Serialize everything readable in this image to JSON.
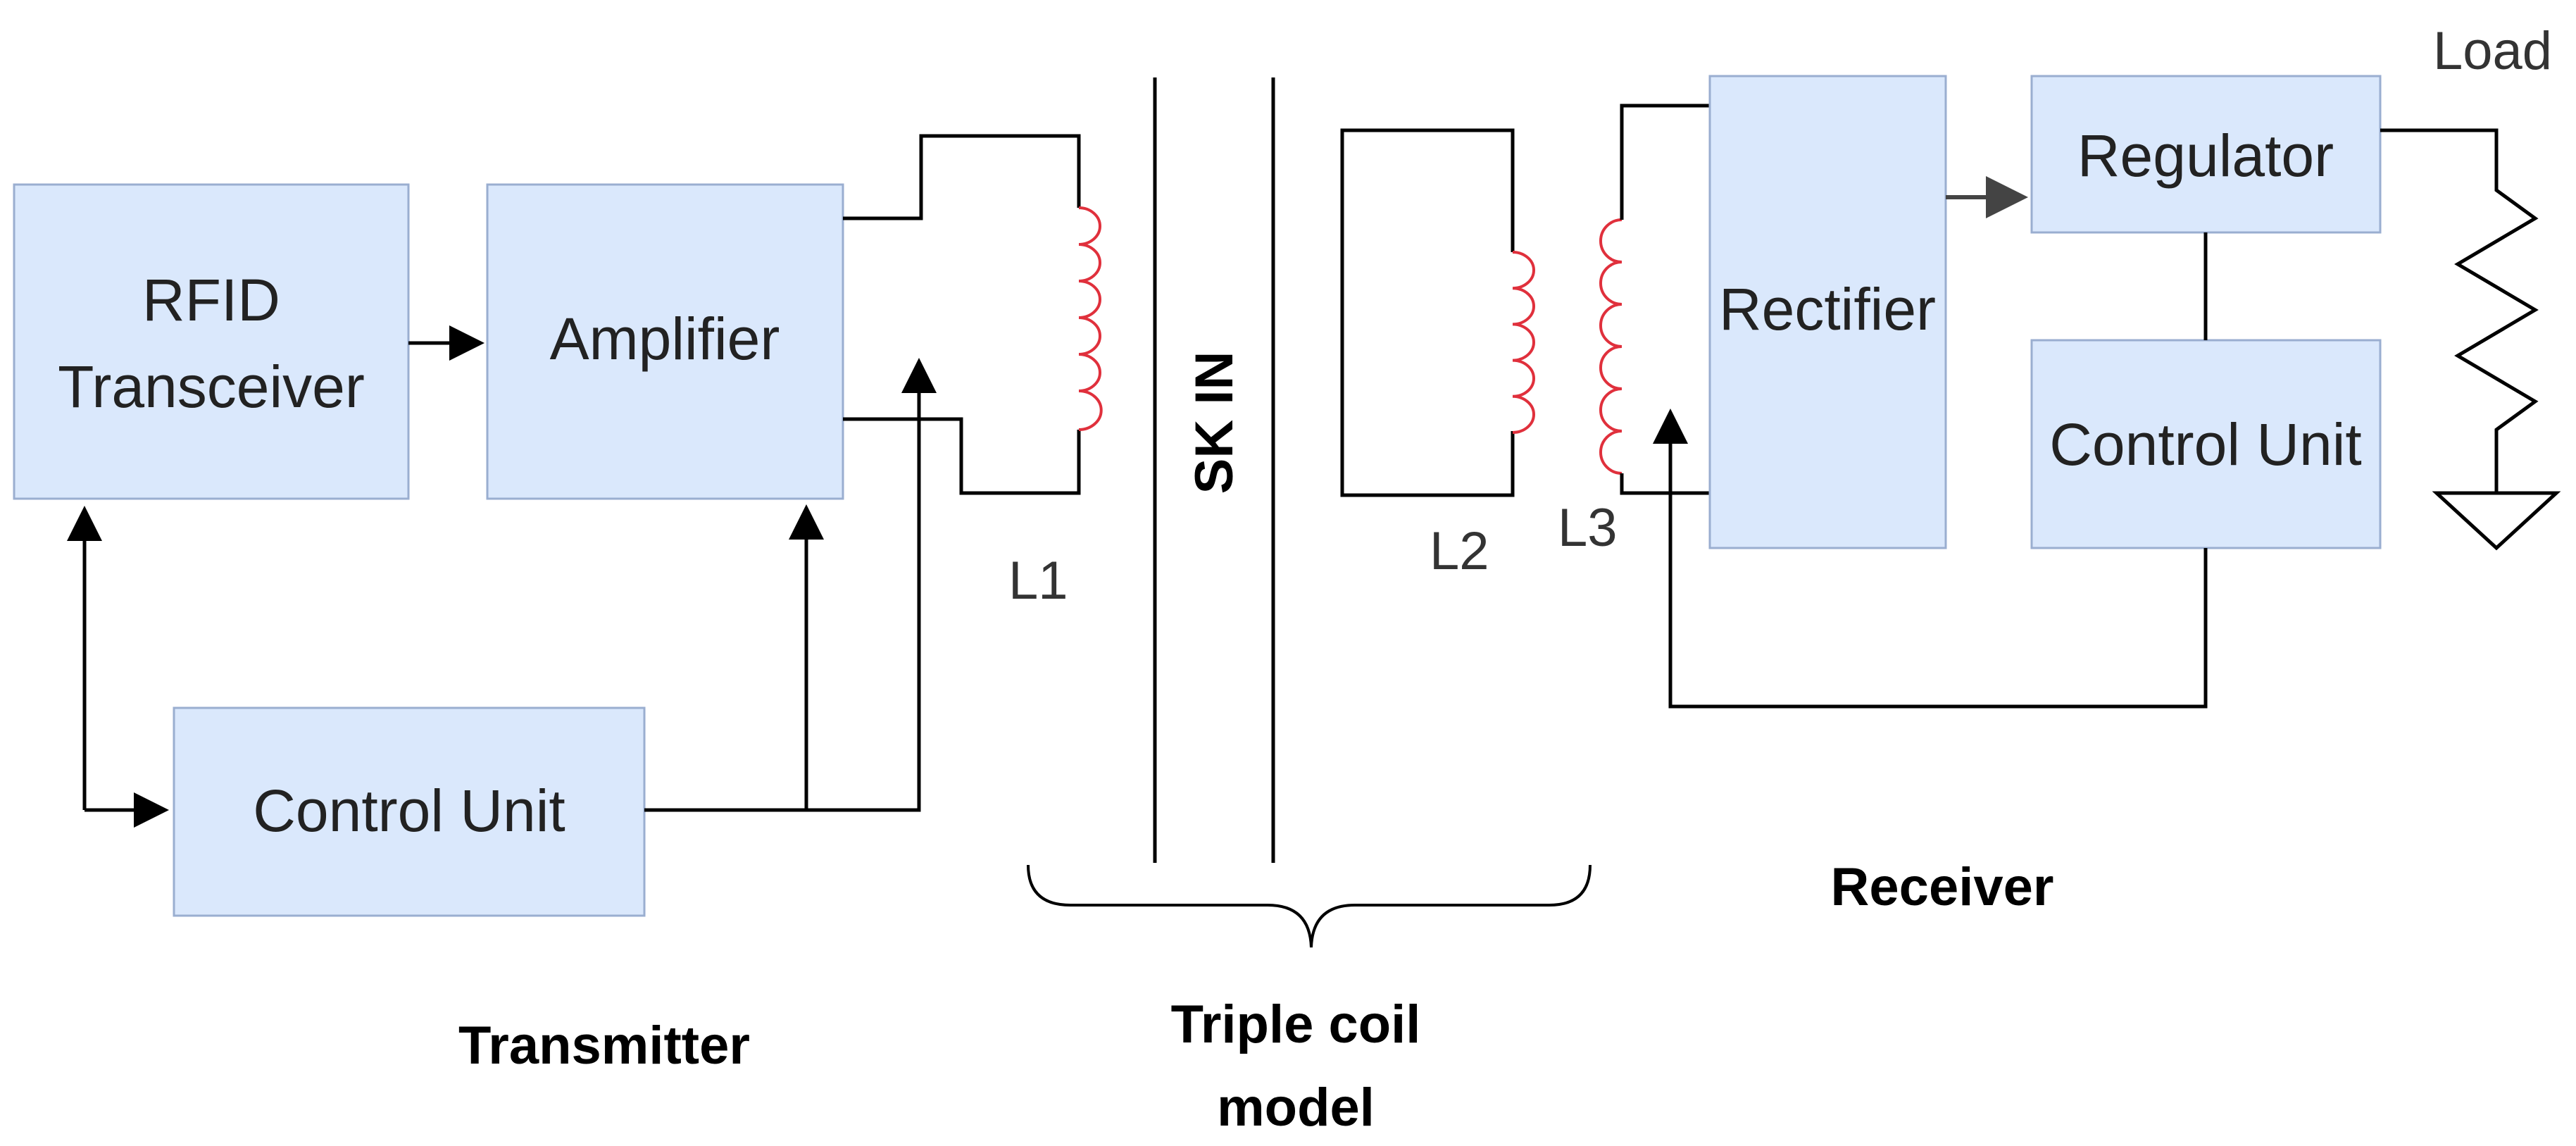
{
  "transmitter": {
    "rfid_line1": "RFID",
    "rfid_line2": "Transceiver",
    "amplifier": "Amplifier",
    "control_unit": "Control Unit",
    "section_label": "Transmitter",
    "coil_label": "L1"
  },
  "skin": {
    "label": "SK IN",
    "brace_line1": "Triple coil",
    "brace_line2": "model"
  },
  "receiver": {
    "coil2_label": "L2",
    "coil3_label": "L3",
    "rectifier": "Rectifier",
    "regulator": "Regulator",
    "control_unit": "Control Unit",
    "load_label": "Load",
    "section_label": "Receiver"
  },
  "colors": {
    "box_fill": "#dae8fc",
    "coil": "#e0303c"
  }
}
